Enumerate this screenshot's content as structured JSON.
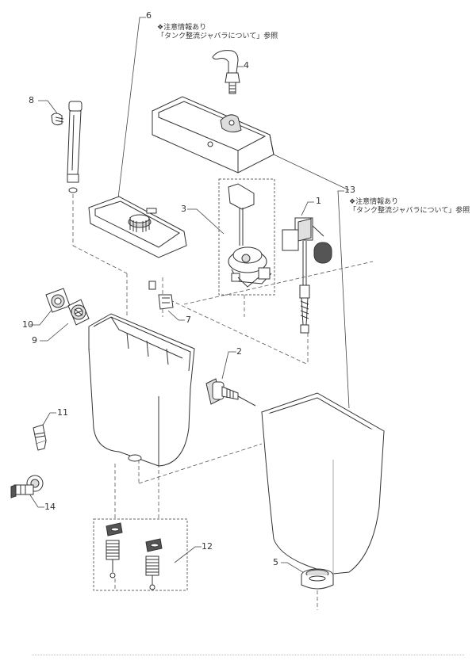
{
  "parts": [
    {
      "id": "p1",
      "number": "1"
    },
    {
      "id": "p2",
      "number": "2"
    },
    {
      "id": "p3",
      "number": "3"
    },
    {
      "id": "p4",
      "number": "4"
    },
    {
      "id": "p5",
      "number": "5"
    },
    {
      "id": "p6",
      "number": "6"
    },
    {
      "id": "p7",
      "number": "7"
    },
    {
      "id": "p8",
      "number": "8"
    },
    {
      "id": "p9",
      "number": "9"
    },
    {
      "id": "p10",
      "number": "10"
    },
    {
      "id": "p11",
      "number": "11"
    },
    {
      "id": "p12",
      "number": "12"
    },
    {
      "id": "p13",
      "number": "13"
    },
    {
      "id": "p14",
      "number": "14"
    }
  ],
  "notes": {
    "part6": {
      "line1": "❖注意情報あり",
      "line2": "「タンク整流ジャバラについて」参照"
    },
    "part13": {
      "line1": "❖注意情報あり",
      "line2": "「タンク整流ジャバラについて」参照"
    }
  },
  "colors": {
    "line": "#333333",
    "fill": "#ffffff",
    "shade": "#e8e8e8",
    "dark": "#555555"
  }
}
